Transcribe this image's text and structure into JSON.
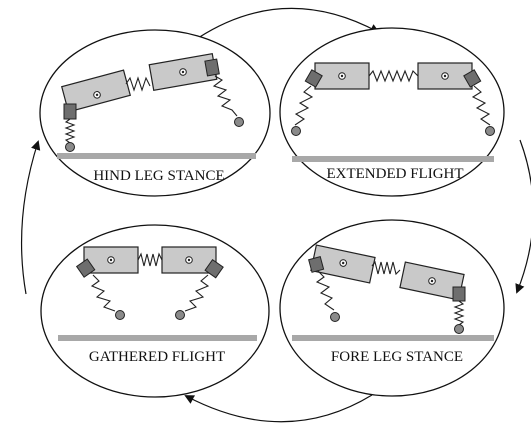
{
  "phases": {
    "hind_leg_stance": {
      "label": "HIND LEG STANCE"
    },
    "extended_flight": {
      "label": "EXTENDED FLIGHT"
    },
    "gathered_flight": {
      "label": "GATHERED FLIGHT"
    },
    "fore_leg_stance": {
      "label": "FORE LEG STANCE"
    }
  },
  "cycle_order": [
    "hind_leg_stance",
    "extended_flight",
    "fore_leg_stance",
    "gathered_flight"
  ],
  "colors": {
    "body_fill": "#c9c9c9",
    "foot_block": "#6e6e6e",
    "ground": "#a8a8a8",
    "outline": "#111111"
  }
}
